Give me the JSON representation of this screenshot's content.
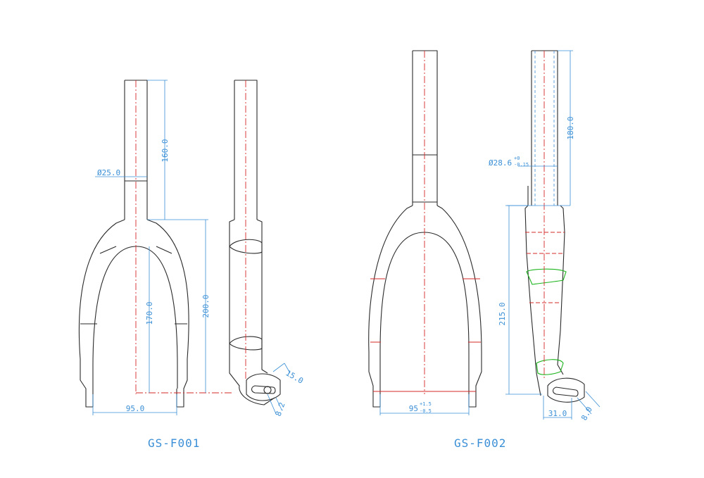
{
  "models": [
    {
      "name": "GS-F001",
      "dims": {
        "diameter": "Ø25.0",
        "steerer_length": "160.0",
        "crown_to_end": "170.0",
        "overall": "200.0",
        "spacing": "95.0",
        "dropout_width": "15.0",
        "dropout_slot": "8.2"
      }
    },
    {
      "name": "GS-F002",
      "dims": {
        "diameter": "Ø28.6",
        "diameter_tol_upper": "+0",
        "diameter_tol_lower": "-0.15",
        "steerer_length": "180.0",
        "blade_length": "215.0",
        "spacing": "95",
        "spacing_tol_upper": "+1.5",
        "spacing_tol_lower": "-0.5",
        "dropout_offset": "31.0",
        "dropout_slot": "8.0"
      }
    }
  ],
  "colors": {
    "outline": "#2a2a2a",
    "centerline": "#d42a2a",
    "dimension": "#3a8fd6",
    "highlight": "#1fb51f"
  }
}
